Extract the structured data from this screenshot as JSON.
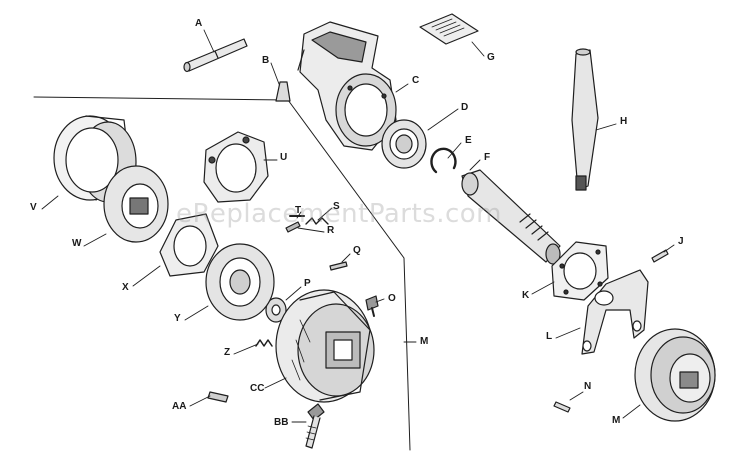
{
  "diagram": {
    "watermark": "eReplacementParts.com",
    "parts": [
      {
        "id": "A",
        "label": "A"
      },
      {
        "id": "B",
        "label": "B"
      },
      {
        "id": "C",
        "label": "C"
      },
      {
        "id": "D",
        "label": "D"
      },
      {
        "id": "E",
        "label": "E"
      },
      {
        "id": "F",
        "label": "F"
      },
      {
        "id": "G",
        "label": "G"
      },
      {
        "id": "H",
        "label": "H"
      },
      {
        "id": "J",
        "label": "J"
      },
      {
        "id": "K",
        "label": "K"
      },
      {
        "id": "L",
        "label": "L"
      },
      {
        "id": "M1",
        "label": "M"
      },
      {
        "id": "M2",
        "label": "M"
      },
      {
        "id": "N",
        "label": "N"
      },
      {
        "id": "O",
        "label": "O"
      },
      {
        "id": "P",
        "label": "P"
      },
      {
        "id": "Q",
        "label": "Q"
      },
      {
        "id": "R",
        "label": "R"
      },
      {
        "id": "S",
        "label": "S"
      },
      {
        "id": "T",
        "label": "T"
      },
      {
        "id": "U",
        "label": "U"
      },
      {
        "id": "V",
        "label": "V"
      },
      {
        "id": "W",
        "label": "W"
      },
      {
        "id": "X",
        "label": "X"
      },
      {
        "id": "Y",
        "label": "Y"
      },
      {
        "id": "Z",
        "label": "Z"
      },
      {
        "id": "AA",
        "label": "AA"
      },
      {
        "id": "BB",
        "label": "BB"
      },
      {
        "id": "CC",
        "label": "CC"
      }
    ]
  }
}
